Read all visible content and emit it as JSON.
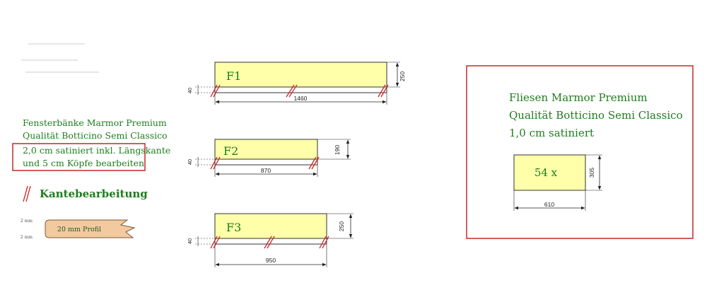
{
  "colors": {
    "panel_fill": "#ffffaa",
    "panel_stroke": "#333333",
    "dimension": "#222222",
    "text_green": "#1e7d1e",
    "edge_mark": "#cc2222",
    "frame_red": "#c62828",
    "profile_fill": "#f3c9a0"
  },
  "left_spec": {
    "line1": "Fensterbänke Marmor Premium",
    "line2": "Qualität Botticino Semi Classico",
    "line3": "2,0 cm satiniert inkl. Längskante",
    "line4": "und 5 cm Köpfe bearbeiten"
  },
  "edge_legend": {
    "title": "Kantebearbeitung"
  },
  "profile": {
    "label": "20 mm Profil",
    "dim_top": "2 mm",
    "dim_bottom": "2 mm"
  },
  "panels": [
    {
      "id": "F1",
      "width": "1460",
      "depth": "250",
      "edge": "40"
    },
    {
      "id": "F2",
      "width": "870",
      "depth": "190",
      "edge": "40"
    },
    {
      "id": "F3",
      "width": "950",
      "depth": "250",
      "edge": "40"
    }
  ],
  "tiles": {
    "line1": "Fliesen Marmor Premium",
    "line2": "Qualität Botticino Semi Classico",
    "line3": "1,0 cm satiniert",
    "count": "54 x",
    "width": "610",
    "height": "305"
  }
}
